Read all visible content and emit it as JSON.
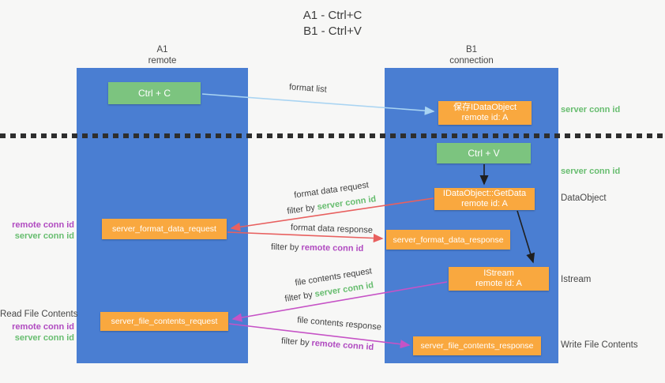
{
  "title": [
    "A1 - Ctrl+C",
    "B1 - Ctrl+V"
  ],
  "columns": {
    "a": {
      "name": "A1",
      "role": "remote"
    },
    "b": {
      "name": "B1",
      "role": "connection"
    }
  },
  "nodes": {
    "ctrl_c": "Ctrl + C",
    "ctrl_v": "Ctrl + V",
    "save_dataobject": {
      "line1": "保存IDataObject",
      "line2": "remote id: A"
    },
    "getdata": {
      "line1": "IDataObject::GetData",
      "line2": "remote id: A"
    },
    "istream": {
      "line1": "IStream",
      "line2": "remote id: A"
    },
    "format_request": "server_format_data_request",
    "format_response": "server_format_data_response",
    "file_request": "server_file_contents_request",
    "file_response": "server_file_contents_response"
  },
  "arrow_labels": {
    "format_list": "format list",
    "format_data_request": "format data request",
    "format_data_response": "format data response",
    "file_contents_request": "file contents request",
    "file_contents_response": "file contents response",
    "filter_by": "filter by",
    "server_conn_id": "server conn id",
    "remote_conn_id": "remote conn id"
  },
  "side_labels": {
    "right_server_conn_id_top": "server conn id",
    "right_server_conn_id_mid": "server conn id",
    "right_dataobject": "DataObject",
    "right_istream": "Istream",
    "right_write_file_contents": "Write File Contents",
    "left_remote_conn_id_1": "remote conn id",
    "left_server_conn_id_1": "server conn id",
    "left_read_file_contents": "Read File Contents",
    "left_remote_conn_id_2": "remote conn id",
    "left_server_conn_id_2": "server conn id"
  },
  "colors": {
    "column_blue": "#4a7ed2",
    "node_green": "#7cc47f",
    "node_orange": "#f9a83f",
    "arrow_light_blue": "#a9d4f2",
    "arrow_salmon": "#e8605f",
    "arrow_magenta": "#c653c6",
    "arrow_black": "#1f1f1f",
    "text_green": "#67bd6f",
    "text_purple": "#b04ac0",
    "text_dark": "#3f3f3f",
    "background": "#f7f7f6"
  }
}
